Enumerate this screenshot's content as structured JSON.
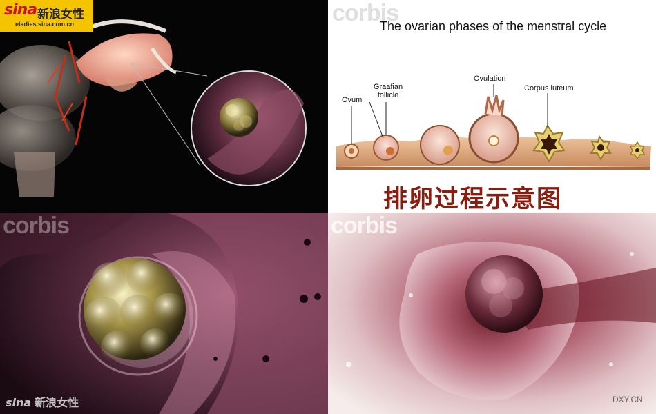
{
  "header_logo": {
    "brand_word": "sina",
    "brand_cn": "新浪女性",
    "url": "eladies.sina.com.cn"
  },
  "diagram": {
    "title": "The ovarian phases of the menstral cycle",
    "labels": {
      "ovum": "Ovum",
      "graafian": [
        "Graafian",
        "follicle"
      ],
      "ovulation": "Ovulation",
      "corpus_luteum": "Corpus luteum"
    },
    "caption_cn": "排卵过程示意图"
  },
  "watermarks": {
    "corbis": "corbis",
    "sina_word": "sina",
    "sina_cn": "新浪女性",
    "dxy": "DXY.CN"
  },
  "colors": {
    "logo_yellow": "#f5c400",
    "brand_red": "#c8141a",
    "caption_red": "#8b1d0e",
    "tissue_pink": "#c0606e",
    "ovary_tan": "#d9a470"
  }
}
